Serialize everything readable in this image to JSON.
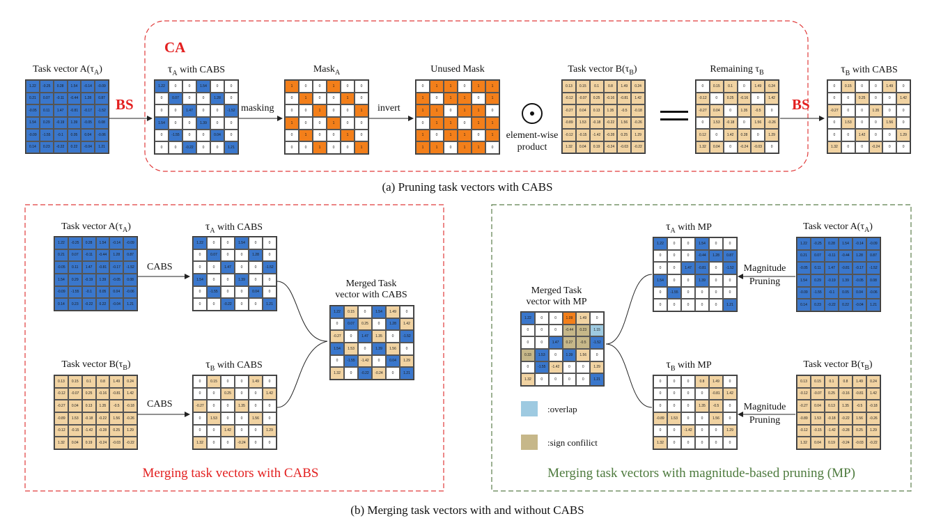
{
  "colors": {
    "blue": "#3a77cc",
    "tan": "#f1d3a2",
    "orange": "#f37f1a",
    "overlap": "#9ecae1",
    "conflict": "#c6b789",
    "red_border": "#e03a3a",
    "green_border": "#5a7d4a",
    "red_text": "#e32020",
    "green_text": "#4d7a3d"
  },
  "top": {
    "ca_label": "CA",
    "bs_label": "BS",
    "task_a_title": "Task vector A(τ",
    "task_a_sub": "A",
    "task_a_close": ")",
    "tau_a_cabs_title": "τ",
    "tau_a_cabs_sub": "A",
    "tau_a_cabs_rest": " with CABS",
    "masking_label": "masking",
    "mask_a_title": "Mask",
    "mask_a_sub": "A",
    "invert_label": "invert",
    "unused_mask_title": "Unused Mask",
    "elementwise_label_1": "element-wise",
    "elementwise_label_2": "product",
    "task_b_title": "Task vector B(τ",
    "task_b_sub": "B",
    "task_b_close": ")",
    "remaining_title": "Remaining τ",
    "remaining_sub": "B",
    "tau_b_cabs_title": "τ",
    "tau_b_cabs_sub": "B",
    "tau_b_cabs_rest": " with CABS",
    "caption": "(a) Pruning task vectors with CABS"
  },
  "bottom_left": {
    "task_a_title": "Task vector A(τ",
    "task_a_sub": "A",
    "task_a_close": ")",
    "tau_a_cabs_title": "τ",
    "tau_a_cabs_sub": "A",
    "tau_a_cabs_rest": " with CABS",
    "cabs_label_1": "CABS",
    "cabs_label_2": "CABS",
    "task_b_title": "Task vector B(τ",
    "task_b_sub": "B",
    "task_b_close": ")",
    "tau_b_cabs_title": "τ",
    "tau_b_cabs_sub": "B",
    "tau_b_cabs_rest": "  with CABS",
    "merged_title_1": "Merged  Task",
    "merged_title_2": "vector with CABS",
    "panel_title": "Merging task vectors with CABS"
  },
  "bottom_right": {
    "tau_a_mp_title": "τ",
    "tau_a_mp_sub": "A",
    "tau_a_mp_rest": " with MP",
    "task_a_title": "Task vector A(τ",
    "task_a_sub": "A",
    "task_a_close": ")",
    "mp_label_1a": "Magnitude",
    "mp_label_1b": "Pruning",
    "mp_label_2a": "Magnitude",
    "mp_label_2b": "Pruning",
    "tau_b_mp_title": "τ",
    "tau_b_mp_sub": "B",
    "tau_b_mp_rest": " with MP",
    "task_b_title": "Task vector B(τ",
    "task_b_sub": "B",
    "task_b_close": ")",
    "merged_title_1": "Merged  Task",
    "merged_title_2": "vector with MP",
    "legend_overlap": ":overlap",
    "legend_conflict": ":sign confilict",
    "panel_title": "Merging task vectors with magnitude-based pruning (MP)"
  },
  "footer_caption": "(b) Merging task vectors with and without CABS",
  "matrices": {
    "task_a": {
      "rows": [
        [
          "1.22",
          "-0.25",
          "0.28",
          "1.54",
          "-0.14",
          "-0.09"
        ],
        [
          "0.21",
          "0.07",
          "-0.11",
          "-0.44",
          "1.28",
          "0.87"
        ],
        [
          "-0.05",
          "0.11",
          "1.47",
          "-0.81",
          "-0.17",
          "-1.52"
        ],
        [
          "1.54",
          "0.29",
          "-0.19",
          "1.39",
          "-0.05",
          "0.08"
        ],
        [
          "-0.09",
          "-1.55",
          "-0.1",
          "0.05",
          "0.04",
          "-0.06"
        ],
        [
          "0.14",
          "0.23",
          "-0.22",
          "0.22",
          "-0.04",
          "1.21"
        ]
      ],
      "fill": [
        "bbbbbb",
        "bbbbbb",
        "bbbbbb",
        "bbbbbb",
        "bbbbbb",
        "bbbbbb"
      ]
    },
    "tau_a_cabs": {
      "rows": [
        [
          "1.22",
          "0",
          "0",
          "1.54",
          "0",
          "0"
        ],
        [
          "0",
          "0.07",
          "0",
          "0",
          "1.28",
          "0"
        ],
        [
          "0",
          "0",
          "1.47",
          "0",
          "0",
          "-1.52"
        ],
        [
          "1.54",
          "0",
          "0",
          "1.39",
          "0",
          "0"
        ],
        [
          "0",
          "-1.55",
          "0",
          "0",
          "0.04",
          "0"
        ],
        [
          "0",
          "0",
          "-0.22",
          "0",
          "0",
          "1.21"
        ]
      ],
      "fill": [
        "b..b..",
        ".b..b.",
        "..b..b",
        "b..b..",
        ".b..b.",
        "..b..b"
      ]
    },
    "mask_a": {
      "rows": [
        [
          "1",
          "0",
          "0",
          "1",
          "0",
          "0"
        ],
        [
          "0",
          "1",
          "0",
          "0",
          "1",
          "0"
        ],
        [
          "0",
          "0",
          "1",
          "0",
          "0",
          "1"
        ],
        [
          "1",
          "0",
          "0",
          "1",
          "0",
          "0"
        ],
        [
          "0",
          "1",
          "0",
          "0",
          "1",
          "0"
        ],
        [
          "0",
          "0",
          "1",
          "0",
          "0",
          "1"
        ]
      ],
      "fill": [
        "o..o..",
        ".o..o.",
        "..o..o",
        "o..o..",
        ".o..o.",
        "..o..o"
      ]
    },
    "unused_mask": {
      "rows": [
        [
          "0",
          "1",
          "1",
          "0",
          "1",
          "1"
        ],
        [
          "1",
          "0",
          "1",
          "1",
          "0",
          "1"
        ],
        [
          "1",
          "1",
          "0",
          "1",
          "1",
          "0"
        ],
        [
          "0",
          "1",
          "1",
          "0",
          "1",
          "1"
        ],
        [
          "1",
          "0",
          "1",
          "1",
          "0",
          "1"
        ],
        [
          "1",
          "1",
          "0",
          "1",
          "1",
          "0"
        ]
      ],
      "fill": [
        ".oo.oo",
        "o.oo.o",
        "oo.oo.",
        ".oo.oo",
        "o.oo.o",
        "oo.oo."
      ]
    },
    "task_b": {
      "rows": [
        [
          "0.13",
          "0.15",
          "0.1",
          "0.8",
          "1.49",
          "0.24"
        ],
        [
          "-0.12",
          "-0.07",
          "0.25",
          "-0.16",
          "-0.81",
          "1.42"
        ],
        [
          "-0.27",
          "0.04",
          "0.13",
          "1.35",
          "-0.5",
          "-0.18"
        ],
        [
          "-0.89",
          "1.53",
          "-0.18",
          "-0.22",
          "1.56",
          "-0.26"
        ],
        [
          "-0.12",
          "-0.15",
          "-1.42",
          "-0.28",
          "0.25",
          "1.29"
        ],
        [
          "1.32",
          "0.04",
          "0.19",
          "-0.24",
          "-0.03",
          "-0.22"
        ]
      ],
      "fill": [
        "tttttt",
        "tttttt",
        "tttttt",
        "tttttt",
        "tttttt",
        "tttttt"
      ]
    },
    "remaining_b": {
      "rows": [
        [
          "0",
          "0.15",
          "0.1",
          "0",
          "1.49",
          "0.24"
        ],
        [
          "-0.12",
          "0",
          "0.25",
          "-0.16",
          "0",
          "1.42"
        ],
        [
          "-0.27",
          "0.04",
          "0",
          "1.35",
          "-0.5",
          "0"
        ],
        [
          "0",
          "1.53",
          "-0.18",
          "0",
          "1.56",
          "-0.26"
        ],
        [
          "0.12",
          "0",
          "1.42",
          "0.28",
          "0",
          "1.29"
        ],
        [
          "1.32",
          "0.04",
          "0",
          "-0.24",
          "-0.03",
          "0"
        ]
      ],
      "fill": [
        ".tt.tt",
        "t.tt.t",
        "tt.tt.",
        ".tt.tt",
        "t.tt.t",
        "tt.tt."
      ]
    },
    "tau_b_cabs": {
      "rows": [
        [
          "0",
          "0.15",
          "0",
          "0",
          "1.49",
          "0"
        ],
        [
          "0",
          "0",
          "0.25",
          "0",
          "0",
          "1.42"
        ],
        [
          "-0.27",
          "0",
          "0",
          "1.35",
          "0",
          "0"
        ],
        [
          "0",
          "1.53",
          "0",
          "0",
          "1.56",
          "0"
        ],
        [
          "0",
          "0",
          "1.42",
          "0",
          "0",
          "1.29"
        ],
        [
          "1.32",
          "0",
          "0",
          "-0.24",
          "0",
          "0"
        ]
      ],
      "fill": [
        ".t..t.",
        "..t..t",
        "t..t..",
        ".t..t.",
        "..t..t",
        "t..t.."
      ]
    },
    "merged_cabs": {
      "rows": [
        [
          "1.22",
          "0.15",
          "0",
          "1.54",
          "1.49",
          "0"
        ],
        [
          "0",
          "0.07",
          "0.25",
          "0",
          "1.28",
          "1.42"
        ],
        [
          "-0.27",
          "0",
          "1.47",
          "1.35",
          "0",
          "-1.52"
        ],
        [
          "1.54",
          "1.53",
          "0",
          "1.39",
          "1.56",
          "0"
        ],
        [
          "0",
          "-1.55",
          "-1.42",
          "0",
          "0.04",
          "1.29"
        ],
        [
          "1.32",
          "0",
          "-0.22",
          "-0.24",
          "0",
          "1.21"
        ]
      ],
      "fill": [
        "bt.bt.",
        ".bt.bt",
        "t.bt.b",
        "bt.bt.",
        ".bt.bt",
        "t.bt.b"
      ]
    },
    "tau_a_mp": {
      "rows": [
        [
          "1.22",
          "0",
          "0",
          "1.54",
          "0",
          "0"
        ],
        [
          "0",
          "0",
          "0",
          "-0.44",
          "1.28",
          "0.87"
        ],
        [
          "0",
          "0",
          "1.47",
          "-0.81",
          "0",
          "-1.52"
        ],
        [
          "1.54",
          "0",
          "0",
          "1.39",
          "0",
          "0"
        ],
        [
          "0",
          "-1.55",
          "0",
          "0",
          "0",
          "0"
        ],
        [
          "0",
          "0",
          "0",
          "0",
          "0",
          "1.21"
        ]
      ],
      "fill": [
        "b..b..",
        "...bbb",
        "..bb.b",
        "b..b..",
        ".b....",
        ".....b"
      ]
    },
    "tau_b_mp": {
      "rows": [
        [
          "0",
          "0",
          "0",
          "0.8",
          "1.49",
          "0"
        ],
        [
          "0",
          "0",
          "0",
          "0",
          "-0.81",
          "1.42"
        ],
        [
          "0",
          "0",
          "0",
          "1.35",
          "-0.5",
          "0"
        ],
        [
          "-0.89",
          "1.53",
          "0",
          "0",
          "1.56",
          "0"
        ],
        [
          "0",
          "0",
          "-1.42",
          "0",
          "0",
          "1.29"
        ],
        [
          "1.32",
          "0",
          "0",
          "0",
          "0",
          "0"
        ]
      ],
      "fill": [
        "...tt.",
        "....tt",
        "...tt.",
        "tt..t.",
        "..t..t",
        "t....."
      ]
    },
    "merged_mp": {
      "rows": [
        [
          "1.22",
          "0",
          "0",
          "1.09",
          "1.49",
          "0"
        ],
        [
          "0",
          "0",
          "0",
          "-0.44",
          "0.23",
          "1.15"
        ],
        [
          "0",
          "0",
          "1.47",
          "0.27",
          "-0.5",
          "-1.52"
        ],
        [
          "0.33",
          "1.53",
          "0",
          "1.39",
          "1.56",
          "0"
        ],
        [
          "0",
          "-1.55",
          "-1.42",
          "0",
          "0",
          "1.29"
        ],
        [
          "1.32",
          "0",
          "0",
          "0",
          "0",
          "1.21"
        ]
      ],
      "fill": [
        "b..ot.",
        "...ccp",
        "..bcc b",
        "cb.bt.",
        ".bt..t",
        "t....b"
      ]
    }
  }
}
